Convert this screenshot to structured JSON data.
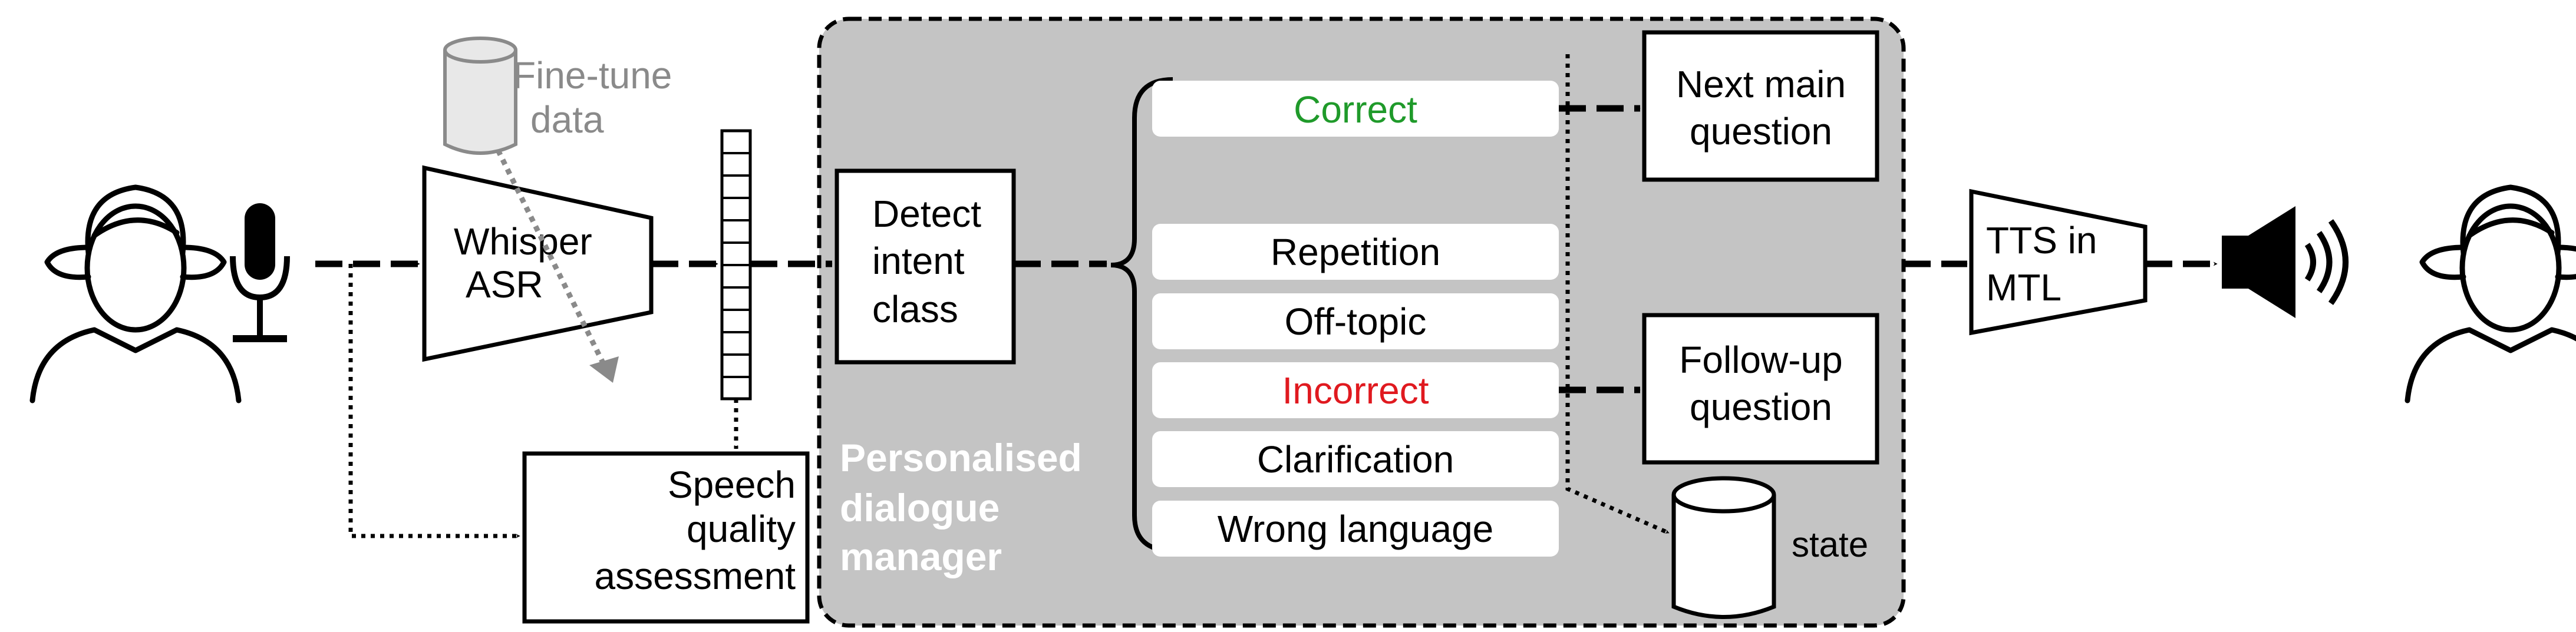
{
  "colors": {
    "panel_fill": "#c4c4c4",
    "correct": "#1f9a2a",
    "incorrect": "#e0191f",
    "finetune_gray": "#8a8a8a",
    "panel_title": "#ffffff"
  },
  "finetune": {
    "line1": "Fine-tune",
    "line2": "data"
  },
  "asr": {
    "line1": "Whisper",
    "line2": "ASR"
  },
  "speech_quality": {
    "line1": "Speech",
    "line2": "quality",
    "line3": "assessment"
  },
  "dialogue_manager": {
    "line1": "Personalised",
    "line2": "dialogue",
    "line3": "manager"
  },
  "detect": {
    "line1": "Detect",
    "line2": "intent",
    "line3": "class"
  },
  "intents": {
    "correct": "Correct",
    "repetition": "Repetition",
    "off_topic": "Off-topic",
    "incorrect": "Incorrect",
    "clarification": "Clarification",
    "wrong_language": "Wrong language"
  },
  "next_main": {
    "line1": "Next main",
    "line2": "question"
  },
  "follow_up": {
    "line1": "Follow-up",
    "line2": "question"
  },
  "state_label": "state",
  "tts": {
    "line1": "TTS in",
    "line2": "MTL"
  },
  "icons": [
    "person-icon",
    "microphone-icon",
    "database-icon",
    "speaker-icon"
  ]
}
